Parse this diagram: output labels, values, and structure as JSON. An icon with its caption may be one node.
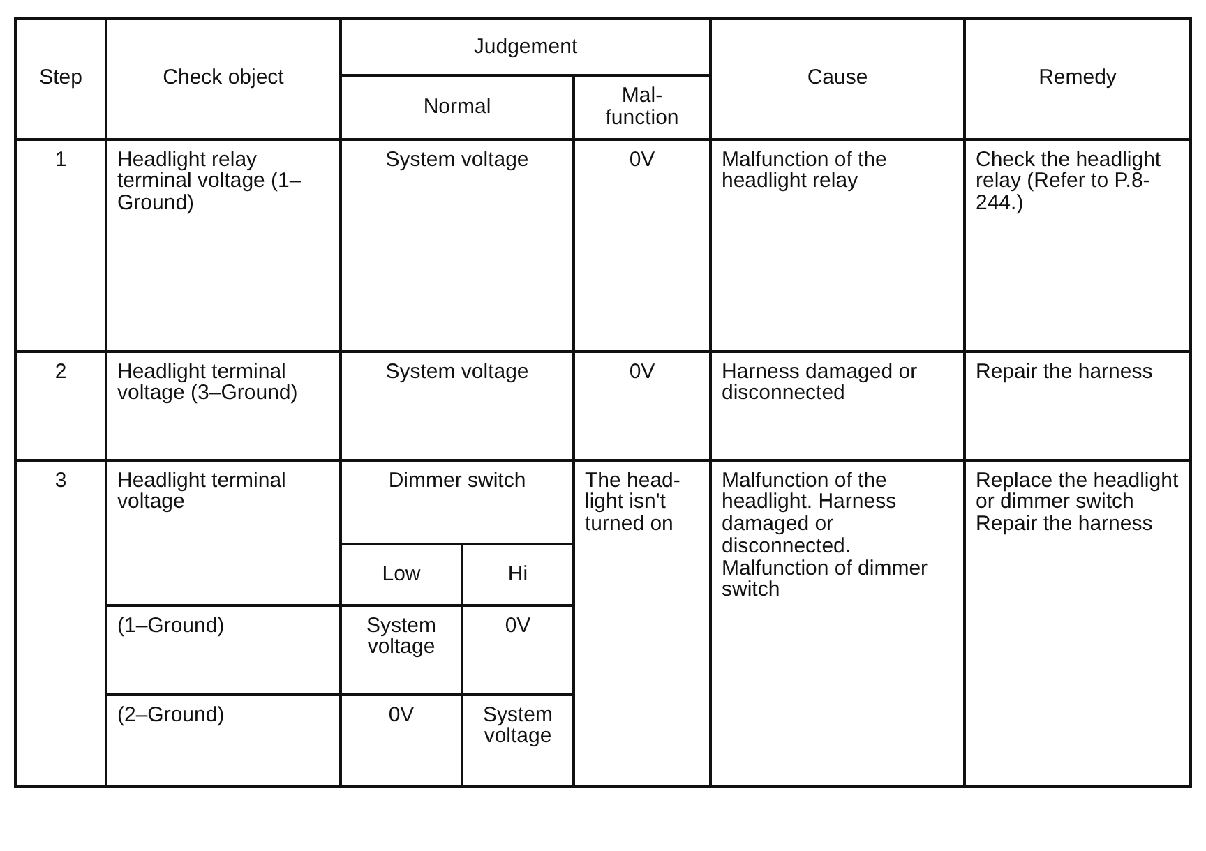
{
  "diagram": {
    "labels": [
      "Step",
      "Check object",
      "Judgement",
      "Cause",
      "Remedy",
      "Normal",
      "Mal- function",
      "1",
      "Headlight relay terminal voltage (1–Ground)",
      "System voltage",
      "0V",
      "Malfunction of the headlight relay",
      "Check the headlight relay (Refer to P.8-244.)",
      "2",
      "Headlight terminal voltage (3–Ground)",
      "System voltage",
      "0V",
      "Harness damaged or disconnected",
      "Repair the harness",
      "3",
      "Headlight terminal voltage",
      "Dimmer switch",
      "The head- light isn't turned on",
      "Malfunction of the headlight. Harness damaged or disconnected. Malfunction of dimmer switch",
      "Replace the headlight or dimmer switch Repair the harness",
      "Low",
      "Hi",
      "(1–Ground)",
      "System voltage",
      "0V",
      "(2–Ground)",
      "0V",
      "System voltage"
    ]
  }
}
